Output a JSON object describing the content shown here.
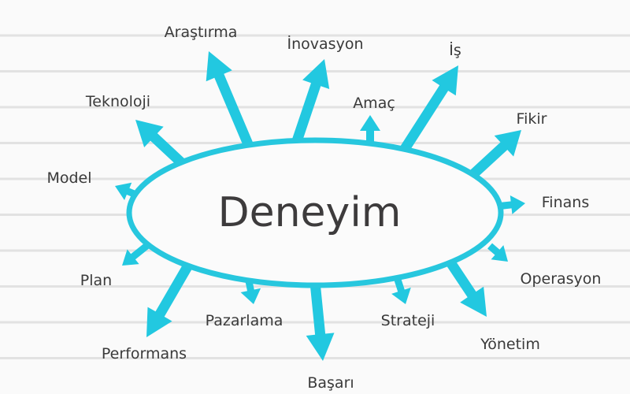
{
  "center": {
    "label": "Deneyim"
  },
  "accent_color": "#22c8e0",
  "text_color": "#3a3a3a",
  "labels": [
    {
      "id": "arastirma",
      "text": "Araştırma"
    },
    {
      "id": "inovasyon",
      "text": "İnovasyon"
    },
    {
      "id": "amac",
      "text": "Amaç"
    },
    {
      "id": "is",
      "text": "İş"
    },
    {
      "id": "fikir",
      "text": "Fikir"
    },
    {
      "id": "finans",
      "text": "Finans"
    },
    {
      "id": "operasyon",
      "text": "Operasyon"
    },
    {
      "id": "yonetim",
      "text": "Yönetim"
    },
    {
      "id": "strateji",
      "text": "Strateji"
    },
    {
      "id": "basari",
      "text": "Başarı"
    },
    {
      "id": "pazarlama",
      "text": "Pazarlama"
    },
    {
      "id": "performans",
      "text": "Performans"
    },
    {
      "id": "plan",
      "text": "Plan"
    },
    {
      "id": "model",
      "text": "Model"
    },
    {
      "id": "teknoloji",
      "text": "Teknoloji"
    }
  ]
}
